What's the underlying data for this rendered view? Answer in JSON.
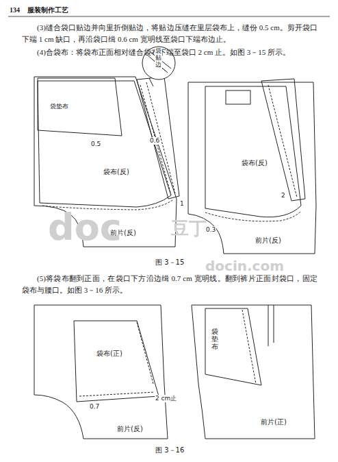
{
  "diagram": {
    "labels": [
      "134",
      "服装制作工艺",
      "(3)缝合袋口贴边并向里折倒贴边，将贴边压缝在里层袋布上，缝份 0.5 cm。剪开袋口下端 1 cm 缺口，再沿袋口缉 0.6 cm 宽明线至袋口下端布边止。",
      "(4)合袋布：将袋布正面相对缝合袋布下端至袋口 2 cm 止。如图 3－15 所示。",
      "袋贴边",
      "袋垫布",
      "0.5",
      "0.6",
      "袋布(反)",
      "1",
      "前片(反)",
      "袋布(反)",
      "2",
      "0.3",
      "前片(反)",
      "图 3－15",
      "doc",
      "豆丁",
      "docin.com",
      "(5)将袋布翻到正面，在袋口下方沿边缉 0.7 cm 宽明线。翻到裤片正面封袋口，固定袋布与腰口。如图 3－16 所示。",
      "袋布(正)",
      "0.7",
      "2 cm止",
      "前片(反)",
      "袋垫布",
      "前片(正)",
      "图 3－16"
    ]
  }
}
